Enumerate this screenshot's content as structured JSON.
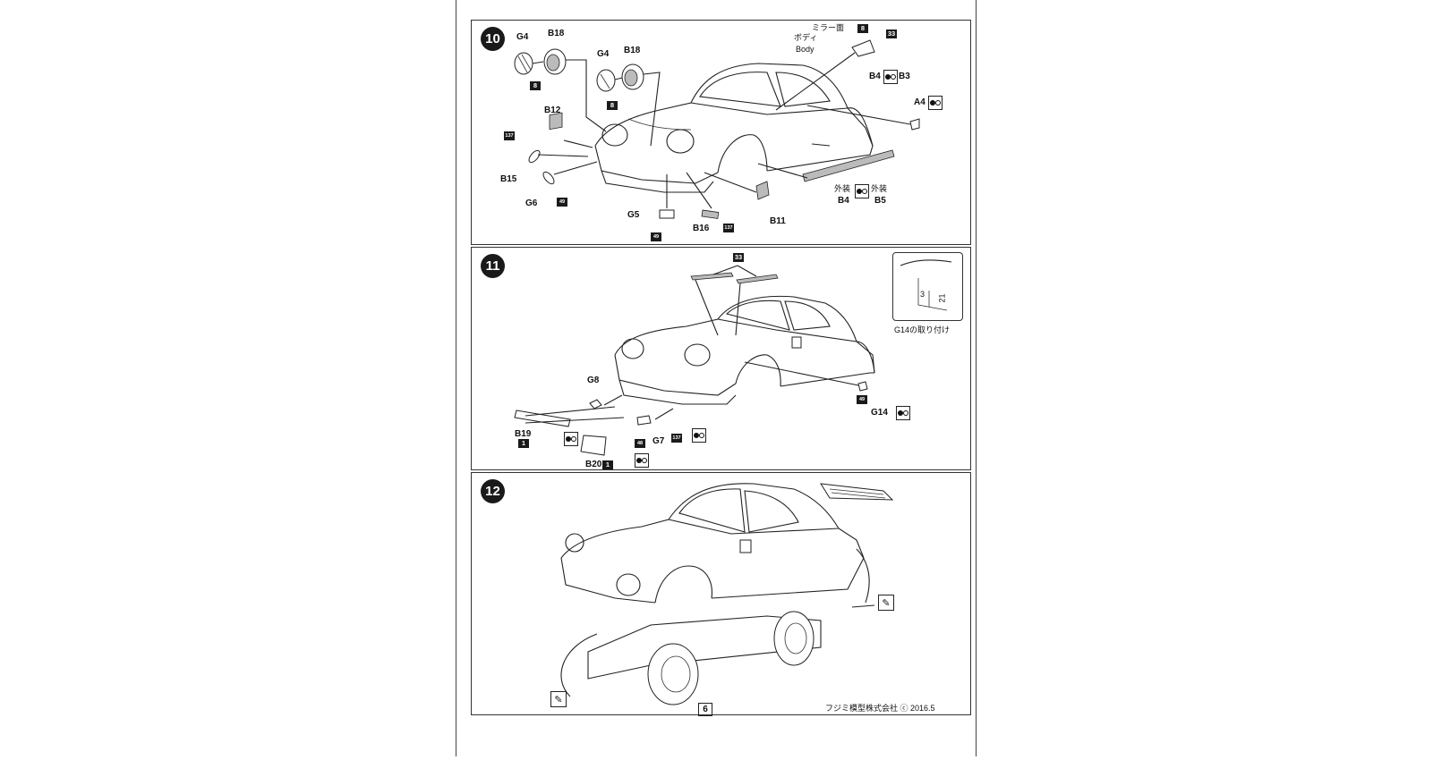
{
  "page": {
    "number": "6",
    "footer": "フジミ模型株式会社 ⓒ 2016.5"
  },
  "step10": {
    "number": "10",
    "labels": {
      "g4_left": "G4",
      "b18_left": "B18",
      "g4_mid": "G4",
      "b18_mid": "B18",
      "b12": "B12",
      "b15": "B15",
      "g6": "G6",
      "g5": "G5",
      "b16": "B16",
      "b11": "B11",
      "mirror_jp": "ミラー面",
      "body_jp": "ボディ",
      "body_en": "Body",
      "b4": "B4",
      "b3": "B3",
      "a4": "A4",
      "exterior_jp_1": "外装",
      "exterior_jp_2": "外装",
      "b4_exterior": "B4",
      "b5": "B5"
    },
    "paint_codes": {
      "c8_a": "8",
      "c8_b": "8",
      "c8_mirror": "8",
      "c33": "33",
      "c137_a": "137",
      "c49_a": "49",
      "c49_b": "49",
      "c137_b": "137"
    }
  },
  "step11": {
    "number": "11",
    "labels": {
      "g8": "G8",
      "b19": "B19",
      "b20": "B20",
      "g7": "G7",
      "g14": "G14",
      "inset_caption": "G14の取り付け",
      "inset_dim_1": "3",
      "inset_dim_2": "21"
    },
    "paint_codes": {
      "c33": "33",
      "c1_a": "1",
      "c1_b": "1",
      "c48": "48",
      "c137": "137",
      "c49": "49"
    }
  },
  "step12": {
    "number": "12"
  },
  "icons": {
    "paint_mark": "paint-spot-icon",
    "cement_mark": "cement-tube-icon",
    "number_badge": "step-number-badge"
  }
}
